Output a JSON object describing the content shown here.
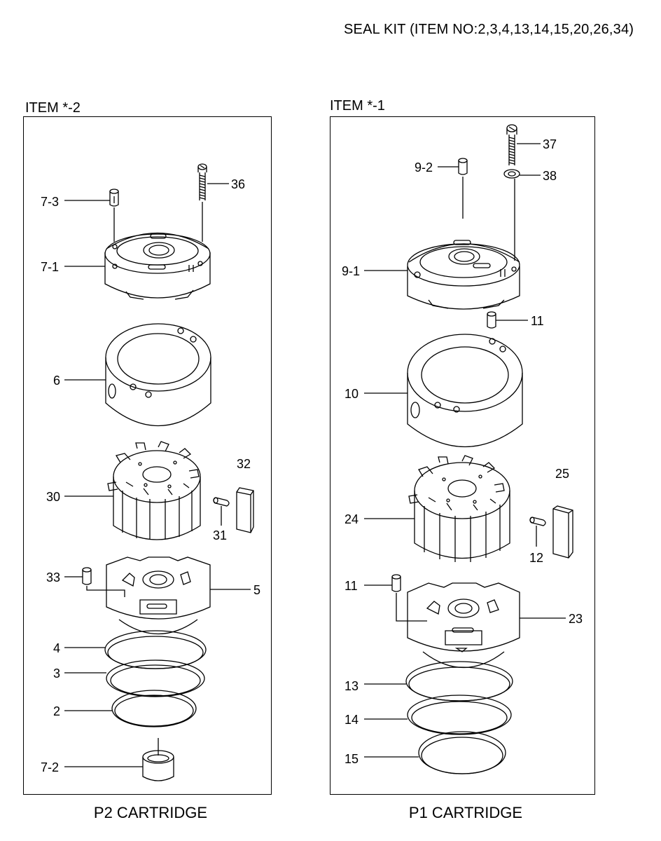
{
  "header": {
    "seal_kit": "SEAL KIT (ITEM NO:2,3,4,13,14,15,20,26,34)"
  },
  "left_panel": {
    "item_title": "ITEM *-2",
    "caption": "P2 CARTRIDGE",
    "callouts": [
      "7-3",
      "36",
      "7-1",
      "6",
      "30",
      "32",
      "31",
      "33",
      "5",
      "4",
      "3",
      "2",
      "7-2"
    ]
  },
  "right_panel": {
    "item_title": "ITEM *-1",
    "caption": "P1 CARTRIDGE",
    "callouts": [
      "9-2",
      "37",
      "38",
      "9-1",
      "11",
      "10",
      "25",
      "24",
      "12",
      "11",
      "23",
      "13",
      "14",
      "15"
    ]
  }
}
